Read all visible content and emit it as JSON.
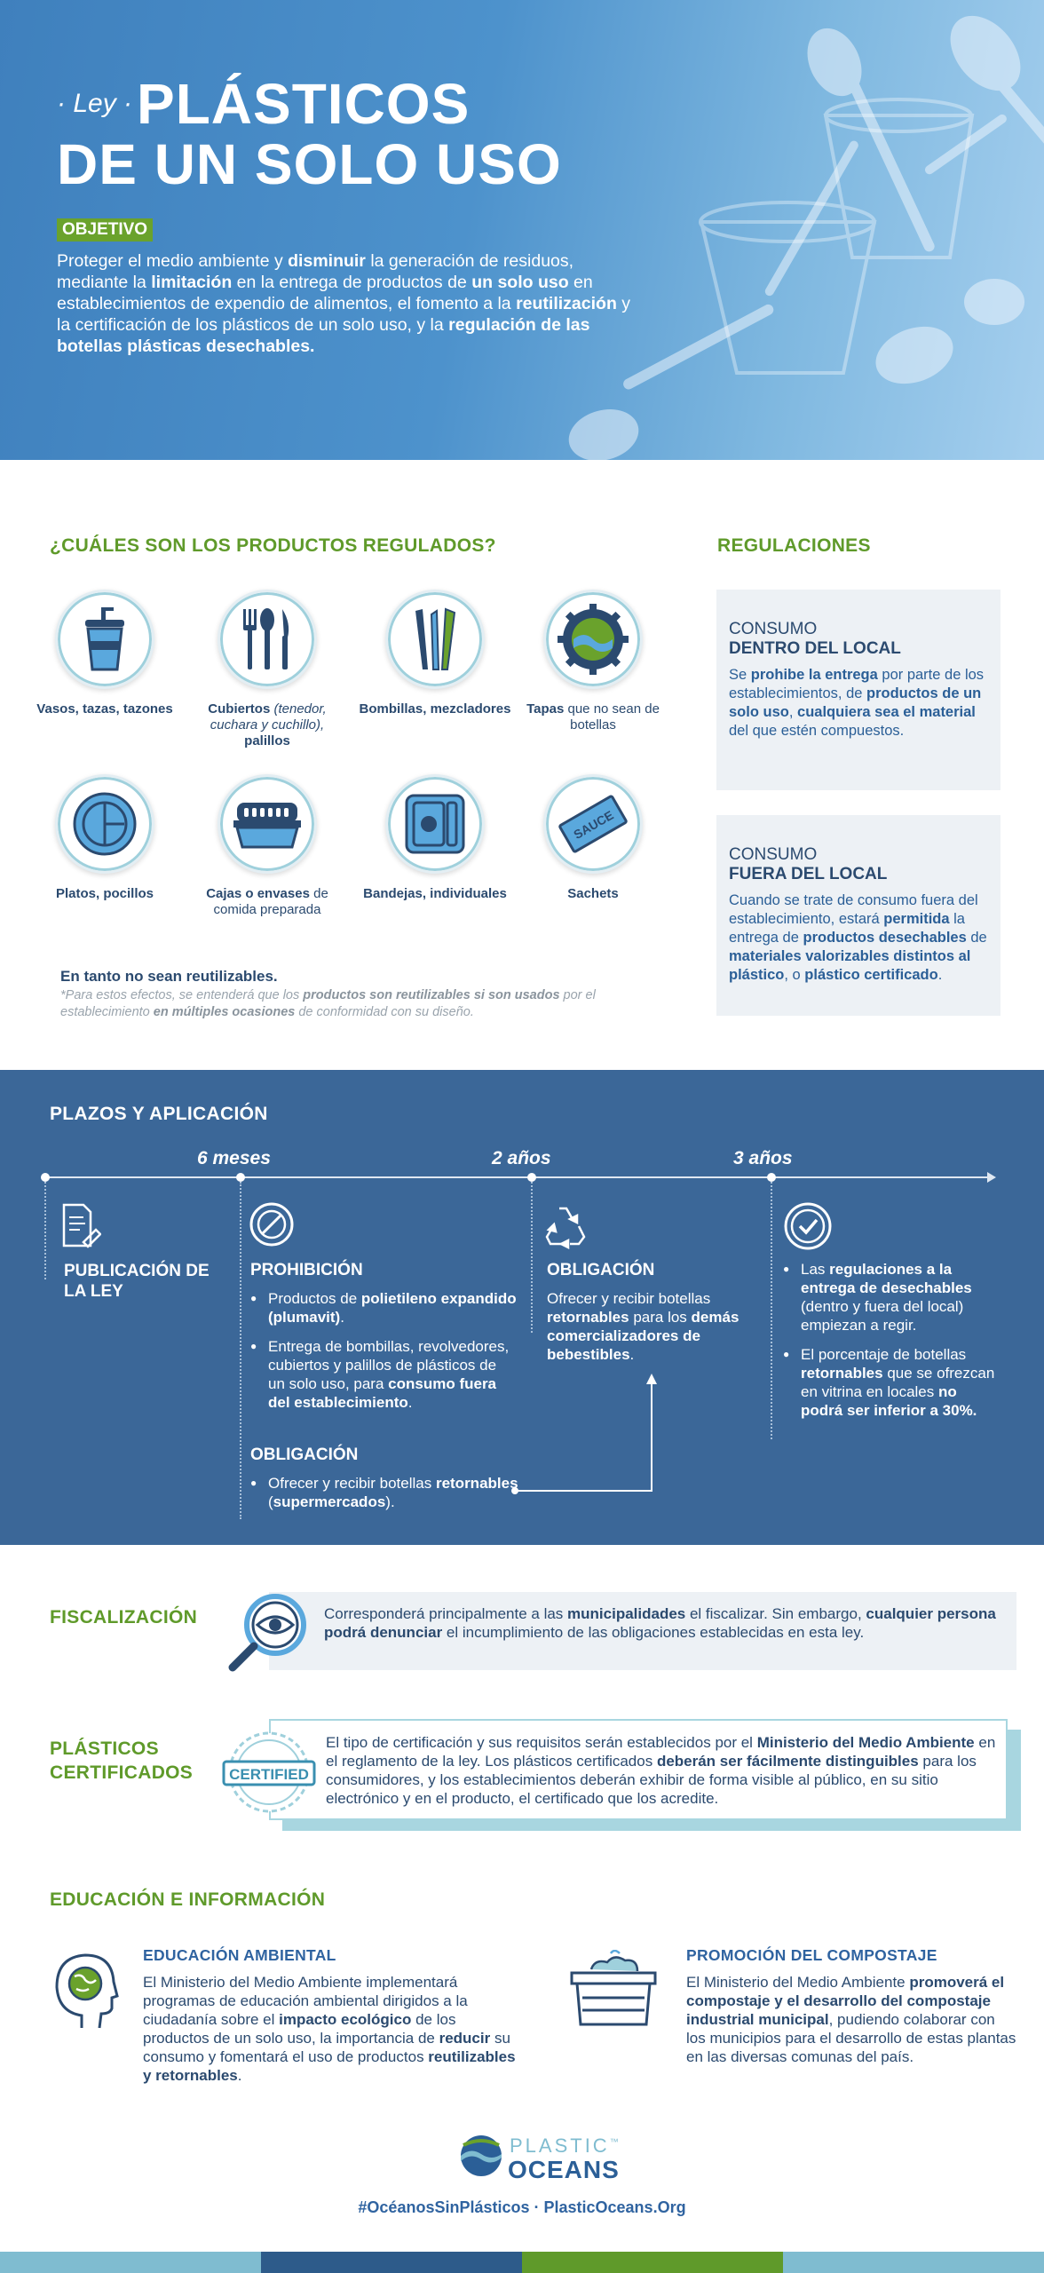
{
  "hero": {
    "ley_label": "· Ley ·",
    "title_line1": "PLÁSTICOS",
    "title_line2": "DE UN SOLO USO",
    "objetivo_tag": "OBJETIVO",
    "objetivo_text": [
      {
        "t": "Proteger el medio ambiente y ",
        "b": false
      },
      {
        "t": "disminuir",
        "b": true
      },
      {
        "t": " la generación de residuos, mediante la ",
        "b": false
      },
      {
        "t": "limitación",
        "b": true
      },
      {
        "t": " en la entrega de productos de ",
        "b": false
      },
      {
        "t": "un solo uso",
        "b": true
      },
      {
        "t": " en establecimientos de expendio de alimentos, el fomento a la ",
        "b": false
      },
      {
        "t": "reutilización",
        "b": true
      },
      {
        "t": " y la certificación de los plásticos de un solo uso, y la ",
        "b": false
      },
      {
        "t": "regulación de las botellas plásticas desechables.",
        "b": true
      }
    ]
  },
  "productos": {
    "heading": "¿CUÁLES SON LOS PRODUCTOS REGULADOS?",
    "items": [
      {
        "icon": "cup-icon",
        "label": [
          {
            "t": "Vasos, tazas, tazones",
            "s": "b"
          }
        ]
      },
      {
        "icon": "cutlery-icon",
        "label": [
          {
            "t": "Cubiertos ",
            "s": "b"
          },
          {
            "t": "(tenedor, cuchara y cuchillo),",
            "s": "it"
          },
          {
            "t": " palillos",
            "s": "b"
          }
        ]
      },
      {
        "icon": "straws-icon",
        "label": [
          {
            "t": "Bombillas, mezcladores",
            "s": "b"
          }
        ]
      },
      {
        "icon": "bottle-cap-icon",
        "label": [
          {
            "t": "Tapas",
            "s": "b"
          },
          {
            "t": " que no sean de botellas",
            "s": "n"
          }
        ]
      },
      {
        "icon": "plate-icon",
        "label": [
          {
            "t": "Platos, pocillos",
            "s": "b"
          }
        ]
      },
      {
        "icon": "food-container-icon",
        "label": [
          {
            "t": "Cajas o envases",
            "s": "b"
          },
          {
            "t": " de comida preparada",
            "s": "n"
          }
        ]
      },
      {
        "icon": "tray-icon",
        "label": [
          {
            "t": "Bandejas, individuales",
            "s": "b"
          }
        ]
      },
      {
        "icon": "sachet-icon",
        "label": [
          {
            "t": "Sachets",
            "s": "b"
          }
        ]
      }
    ],
    "sachet_word": "SAUCE",
    "reuse_note": "En tanto no sean reutilizables.",
    "reuse_footnote": [
      {
        "t": "*Para estos efectos, se entenderá que los ",
        "b": false
      },
      {
        "t": "productos son reutilizables si son usados",
        "b": true
      },
      {
        "t": " por el establecimiento ",
        "b": false
      },
      {
        "t": "en múltiples ocasiones",
        "b": true
      },
      {
        "t": " de conformidad con su diseño.",
        "b": false
      }
    ]
  },
  "regulaciones": {
    "heading": "REGULACIONES",
    "dentro": {
      "kicker": "CONSUMO",
      "title": "DENTRO DEL LOCAL",
      "text": [
        {
          "t": "Se ",
          "b": false
        },
        {
          "t": "prohibe la entrega",
          "b": true
        },
        {
          "t": " por parte de los establecimientos, de ",
          "b": false
        },
        {
          "t": "productos de un solo uso",
          "b": true
        },
        {
          "t": ", ",
          "b": false
        },
        {
          "t": "cualquiera sea el material",
          "b": true
        },
        {
          "t": " del que estén compuestos.",
          "b": false
        }
      ]
    },
    "fuera": {
      "kicker": "CONSUMO",
      "title": "FUERA DEL LOCAL",
      "text": [
        {
          "t": "Cuando se trate de consumo fuera del establecimiento, estará ",
          "b": false
        },
        {
          "t": "permitida",
          "b": true
        },
        {
          "t": " la entrega de ",
          "b": false
        },
        {
          "t": "productos desechables",
          "b": true
        },
        {
          "t": " de ",
          "b": false
        },
        {
          "t": "materiales valorizables distintos al plástico",
          "b": true
        },
        {
          "t": ", o ",
          "b": false
        },
        {
          "t": "plástico certificado",
          "b": true
        },
        {
          "t": ".",
          "b": false
        }
      ]
    }
  },
  "plazos": {
    "heading": "PLAZOS Y APLICACIÓN",
    "timeline_labels": [
      "6 meses",
      "2 años",
      "3 años"
    ],
    "publicacion": "PUBLICACIÓN DE LA LEY",
    "prohibicion": {
      "title": "PROHIBICIÓN",
      "items": [
        [
          {
            "t": "Productos de ",
            "b": false
          },
          {
            "t": "polietileno expandido (plumavit)",
            "b": true
          },
          {
            "t": ".",
            "b": false
          }
        ],
        [
          {
            "t": "Entrega de bombillas, revolvedores, cubiertos y palillos de plásticos de un solo uso, para ",
            "b": false
          },
          {
            "t": "consumo fuera del establecimiento",
            "b": true
          },
          {
            "t": ".",
            "b": false
          }
        ]
      ]
    },
    "obligacion_6m": {
      "title": "OBLIGACIÓN",
      "items": [
        [
          {
            "t": "Ofrecer y recibir botellas ",
            "b": false
          },
          {
            "t": "retornables",
            "b": true
          },
          {
            "t": " (",
            "b": false
          },
          {
            "t": "supermercados",
            "b": true
          },
          {
            "t": ").",
            "b": false
          }
        ]
      ]
    },
    "obligacion_2a": {
      "title": "OBLIGACIÓN",
      "text": [
        {
          "t": "Ofrecer y recibir botellas ",
          "b": false
        },
        {
          "t": "retornables",
          "b": true
        },
        {
          "t": " para los ",
          "b": false
        },
        {
          "t": "demás comercializadores de bebestibles",
          "b": true
        },
        {
          "t": ".",
          "b": false
        }
      ]
    },
    "tres_anos": {
      "items": [
        [
          {
            "t": "Las ",
            "b": false
          },
          {
            "t": "regulaciones a la entrega de desechables",
            "b": true
          },
          {
            "t": " (dentro y fuera del local) empiezan a regir.",
            "b": false
          }
        ],
        [
          {
            "t": "El porcentaje de botellas ",
            "b": false
          },
          {
            "t": "retornables",
            "b": true
          },
          {
            "t": " que se ofrezcan en vitrina en locales ",
            "b": false
          },
          {
            "t": "no podrá ser inferior a 30%.",
            "b": true
          }
        ]
      ]
    }
  },
  "fiscalizacion": {
    "heading": "FISCALIZACIÓN",
    "text": [
      {
        "t": "Corresponderá principalmente a las ",
        "b": false
      },
      {
        "t": "municipalidades",
        "b": true
      },
      {
        "t": " el fiscalizar. Sin embargo, ",
        "b": false
      },
      {
        "t": "cualquier persona podrá denunciar",
        "b": true
      },
      {
        "t": " el incumplimiento de las obligaciones establecidas en esta ley.",
        "b": false
      }
    ]
  },
  "certificados": {
    "heading_line1": "PLÁSTICOS",
    "heading_line2": "CERTIFICADOS",
    "badge": "CERTIFIED",
    "text": [
      {
        "t": "El tipo de certificación y sus requisitos serán establecidos por el ",
        "b": false
      },
      {
        "t": "Ministerio del Medio Ambiente",
        "b": true
      },
      {
        "t": " en el reglamento de la ley. Los plásticos certificados ",
        "b": false
      },
      {
        "t": "deberán ser fácilmente distinguibles",
        "b": true
      },
      {
        "t": " para los consumidores, y los establecimientos deberán exhibir de forma visible al público, en su sitio electrónico y en el producto, el certificado que los acredite.",
        "b": false
      }
    ]
  },
  "educacion": {
    "heading": "EDUCACIÓN E INFORMACIÓN",
    "ambiental": {
      "title": "EDUCACIÓN AMBIENTAL",
      "text": [
        {
          "t": "El Ministerio del Medio Ambiente implementará programas de educación ambiental dirigidos a la ciudadanía sobre el ",
          "b": false
        },
        {
          "t": "impacto ecológico",
          "b": true
        },
        {
          "t": " de los productos de un solo uso, la importancia de ",
          "b": false
        },
        {
          "t": "reducir",
          "b": true
        },
        {
          "t": " su consumo y fomentará el uso de productos ",
          "b": false
        },
        {
          "t": "reutilizables y retornables",
          "b": true
        },
        {
          "t": ".",
          "b": false
        }
      ]
    },
    "compostaje": {
      "title": "PROMOCIÓN DEL COMPOSTAJE",
      "text": [
        {
          "t": "El Ministerio del Medio Ambiente ",
          "b": false
        },
        {
          "t": "promoverá el compostaje y el desarrollo del compostaje industrial municipal",
          "b": true
        },
        {
          "t": ", pudiendo colaborar con los municipios para el desarrollo de estas plantas en las diversas comunas del país.",
          "b": false
        }
      ]
    }
  },
  "footer": {
    "logo_top": "PLASTIC",
    "logo_tm": "™",
    "logo_bottom": "OCEANS",
    "tagline": "#OcéanosSinPlásticos · PlasticOceans.Org"
  },
  "colors": {
    "green": "#5f9a2a",
    "navy": "#2b4a6f",
    "band_blue": "#3b6798",
    "light_box": "#edf1f5",
    "bar": [
      "#7fbcd0",
      "#2d5b8a",
      "#5f9a2a",
      "#7fbcd0"
    ]
  }
}
